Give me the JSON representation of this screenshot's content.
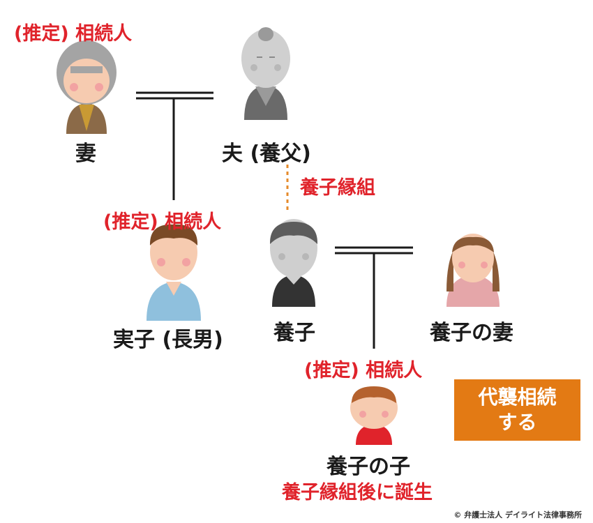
{
  "people": {
    "wife": {
      "name": "妻",
      "tag": "(推定) 相続人"
    },
    "husband": {
      "name": "夫 (養父)"
    },
    "biological_son": {
      "name": "実子 (長男)",
      "tag": "(推定) 相続人"
    },
    "adopted_son": {
      "name": "養子"
    },
    "adopted_son_wife": {
      "name": "養子の妻"
    },
    "adopted_child": {
      "name": "養子の子",
      "tag": "(推定) 相続人",
      "note": "養子縁組後に誕生"
    }
  },
  "adoption_label": "養子縁組",
  "badge": {
    "line1": "代襲相続",
    "line2": "する"
  },
  "copyright": "© 弁護士法人 デイライト法律事務所",
  "colors": {
    "red": "#e0232b",
    "orange": "#e37a14",
    "line": "#1a1a1a",
    "dotted": "#e58a2a"
  }
}
